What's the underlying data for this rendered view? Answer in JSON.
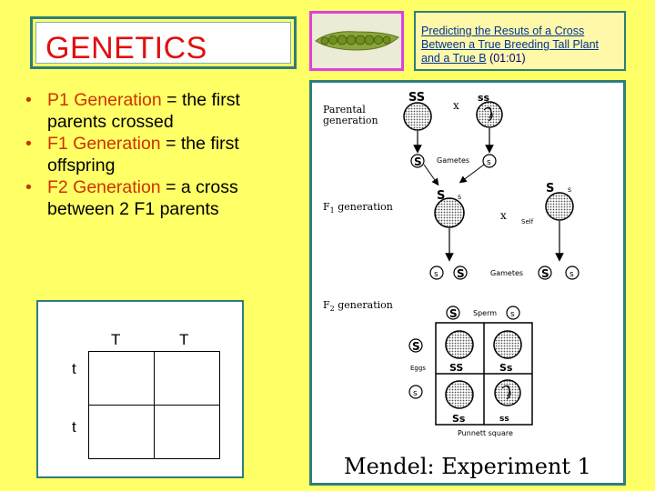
{
  "slide": {
    "title": "GENETICS",
    "link": {
      "text": "Predicting the Resuts of a Cross Between a True Breeding Tall Plant and a True B",
      "duration": "(01:01)"
    },
    "bullets": [
      {
        "term": "P1 Generation",
        "rest": " = the first parents crossed"
      },
      {
        "term": "F1 Generation",
        "rest": " = the first offspring"
      },
      {
        "term": "F2 Generation",
        "rest": " = a cross between 2 F1 parents"
      }
    ],
    "punnett": {
      "top": [
        "T",
        "T"
      ],
      "side": [
        "t",
        "t"
      ]
    }
  },
  "diagram": {
    "parental_label_1": "Parental",
    "parental_label_2": "generation",
    "f1_label": "F",
    "f1_sub": "1",
    "f1_rest": " generation",
    "f2_label": "F",
    "f2_sub": "2",
    "f2_rest": " generation",
    "p_left": "SS",
    "p_right": "ss",
    "cross": "x",
    "gametes": "Gametes",
    "f1_left": "S",
    "f1_left_s": "s",
    "f1_right": "S",
    "f1_right_s": "s",
    "self": "x",
    "self_label": "Self",
    "g_small_s": "s",
    "g_big_S": "S",
    "sperm": "Sperm",
    "eggs": "Eggs",
    "sperm_S": "S",
    "sperm_s": "s",
    "egg_S": "S",
    "egg_s": "s",
    "cell_SS": "SS",
    "cell_Ss_1": "Ss",
    "cell_Ss_2": "Ss",
    "cell_ss": "ss",
    "punnett_square": "Punnett square",
    "caption": "Mendel: Experiment 1"
  }
}
